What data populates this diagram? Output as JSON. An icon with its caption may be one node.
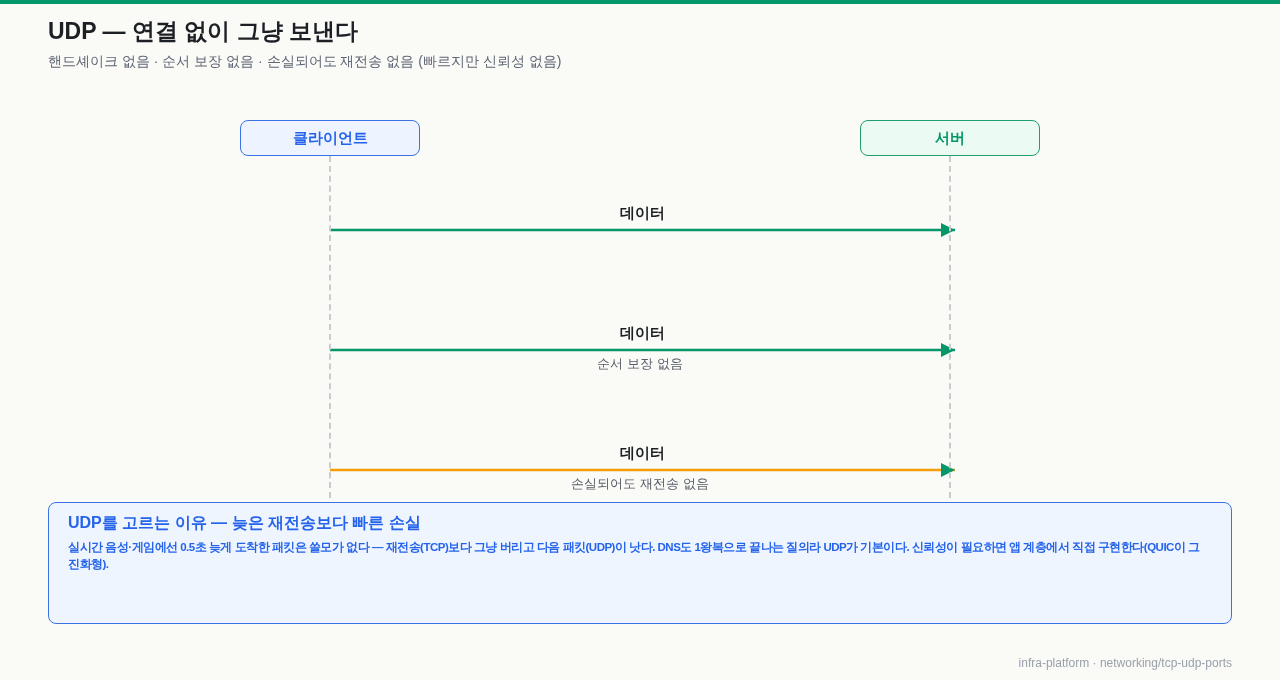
{
  "diagram": {
    "title": "UDP — 연결 없이 그냥 보낸다",
    "nodes": [
      {
        "text": [
          "클라이언트"
        ]
      },
      {
        "text": [
          "서버"
        ]
      },
      {
        "text": [],
        "shape": "line"
      },
      {
        "text": [],
        "shape": "line"
      },
      {
        "text": [
          "UDP를 고르는 이유 — 늦은 재전송보다 빠른 손실",
          "실시간 음성·게임에선 0.5초 늦게 도착한 패킷은 쓸모가 없다 — 재전송(TCP)보다 그냥 버리고 다음 패킷(UDP)이 낫다. DNS도 1왕복으로 끝나는 질의라 UDP가 기본이다. 신뢰성이 필요하면 앱 계층에서 직접 구현한다(QUIC이 그 진화형)."
        ]
      }
    ],
    "edges": [
      {
        "from": 2,
        "to": 3,
        "arrow": "to",
        "label": "데이터"
      },
      {
        "from": 2,
        "to": 3,
        "arrow": "to",
        "label": "데이터"
      },
      {
        "from": 2,
        "to": 3,
        "arrow": "to",
        "label": "데이터",
        "color": "#f59e0b"
      }
    ],
    "labels": [
      "핸드셰이크 없음 · 순서 보장 없음 · 손실되어도 재전송 없음 (빠르지만 신뢰성 없음)",
      "순서 보장 없음",
      "손실되어도 재전송 없음",
      "infra-platform · networking/tcp-udp-ports"
    ]
  }
}
